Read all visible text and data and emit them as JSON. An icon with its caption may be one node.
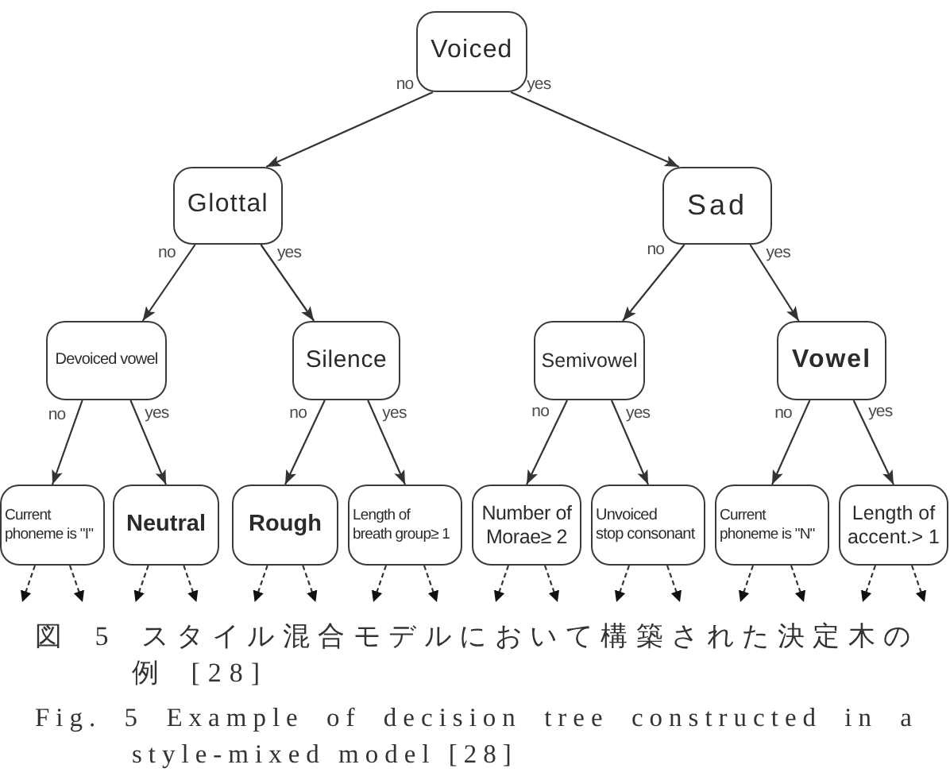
{
  "diagram": {
    "caption": "図 5 スタイル混合モデルにおいて構築された決定木の例 [28]",
    "nodes": [
      {
        "text": [
          "Voiced"
        ]
      },
      {
        "text": [
          "Glottal"
        ]
      },
      {
        "text": [
          "Sad"
        ]
      },
      {
        "text": [
          "Devoiced vowel"
        ]
      },
      {
        "text": [
          "Silence"
        ]
      },
      {
        "text": [
          "Semivowel"
        ]
      },
      {
        "text": [
          "Vowel"
        ]
      },
      {
        "text": [
          "Current phoneme is \"I\""
        ]
      },
      {
        "text": [
          "Neutral"
        ]
      },
      {
        "text": [
          "Rough"
        ]
      },
      {
        "text": [
          "Length of breath group≥ 1"
        ]
      },
      {
        "text": [
          "Number of Morae≥ 2"
        ]
      },
      {
        "text": [
          "Unvoiced stop consonant"
        ]
      },
      {
        "text": [
          "Current phoneme is \"N\""
        ]
      },
      {
        "text": [
          "Length of accent.> 1"
        ]
      }
    ],
    "edges": [
      {
        "from": 0,
        "to": 1,
        "arrow": "to",
        "label": "no"
      },
      {
        "from": 0,
        "to": 2,
        "arrow": "to",
        "label": "yes"
      },
      {
        "from": 1,
        "to": 3,
        "arrow": "to",
        "label": "no"
      },
      {
        "from": 1,
        "to": 4,
        "arrow": "to",
        "label": "yes"
      },
      {
        "from": 2,
        "to": 5,
        "arrow": "to",
        "label": "no"
      },
      {
        "from": 2,
        "to": 6,
        "arrow": "to",
        "label": "yes"
      },
      {
        "from": 3,
        "to": 7,
        "arrow": "to",
        "label": "no"
      },
      {
        "from": 3,
        "to": 8,
        "arrow": "to",
        "label": "yes"
      },
      {
        "from": 4,
        "to": 9,
        "arrow": "to",
        "label": "no"
      },
      {
        "from": 4,
        "to": 10,
        "arrow": "to",
        "label": "yes"
      },
      {
        "from": 5,
        "to": 11,
        "arrow": "to",
        "label": "no"
      },
      {
        "from": 5,
        "to": 12,
        "arrow": "to",
        "label": "yes"
      },
      {
        "from": 6,
        "to": 13,
        "arrow": "to",
        "label": "no"
      },
      {
        "from": 6,
        "to": 14,
        "arrow": "to",
        "label": "yes"
      },
      {
        "from": 7,
        "to": null,
        "arrow": "to",
        "style": "dashed"
      },
      {
        "from": 7,
        "to": null,
        "arrow": "to",
        "style": "dashed"
      },
      {
        "from": 8,
        "to": null,
        "arrow": "to",
        "style": "dashed"
      },
      {
        "from": 8,
        "to": null,
        "arrow": "to",
        "style": "dashed"
      },
      {
        "from": 9,
        "to": null,
        "arrow": "to",
        "style": "dashed"
      },
      {
        "from": 9,
        "to": null,
        "arrow": "to",
        "style": "dashed"
      },
      {
        "from": 10,
        "to": null,
        "arrow": "to",
        "style": "dashed"
      },
      {
        "from": 10,
        "to": null,
        "arrow": "to",
        "style": "dashed"
      },
      {
        "from": 11,
        "to": null,
        "arrow": "to",
        "style": "dashed"
      },
      {
        "from": 11,
        "to": null,
        "arrow": "to",
        "style": "dashed"
      },
      {
        "from": 12,
        "to": null,
        "arrow": "to",
        "style": "dashed"
      },
      {
        "from": 12,
        "to": null,
        "arrow": "to",
        "style": "dashed"
      },
      {
        "from": 13,
        "to": null,
        "arrow": "to",
        "style": "dashed"
      },
      {
        "from": 13,
        "to": null,
        "arrow": "to",
        "style": "dashed"
      },
      {
        "from": 14,
        "to": null,
        "arrow": "to",
        "style": "dashed"
      },
      {
        "from": 14,
        "to": null,
        "arrow": "to",
        "style": "dashed"
      }
    ],
    "labels": [
      "Fig. 5 Example of decision tree constructed in a style-mixed model [28]"
    ]
  }
}
